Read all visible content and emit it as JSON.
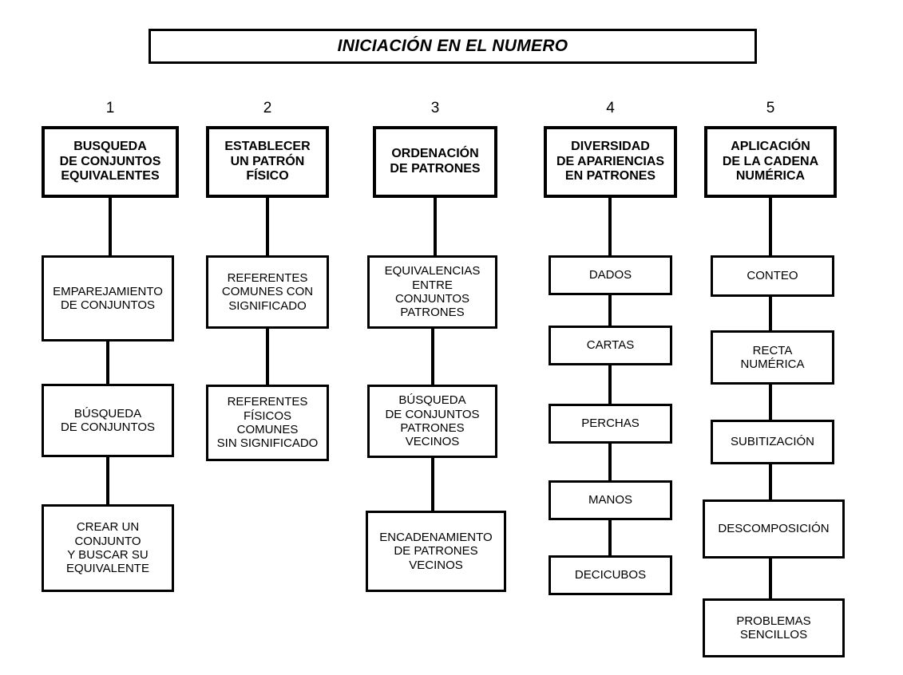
{
  "title": {
    "text": "INICIACIÓN EN EL NUMERO"
  },
  "columns": [
    {
      "number": "1",
      "header": "BUSQUEDA\nDE CONJUNTOS\nEQUIVALENTES",
      "steps": [
        "EMPAREJAMIENTO\nDE CONJUNTOS",
        "BÚSQUEDA\nDE CONJUNTOS",
        "CREAR UN\nCONJUNTO\nY BUSCAR SU\nEQUIVALENTE"
      ]
    },
    {
      "number": "2",
      "header": "ESTABLECER\nUN PATRÓN\nFÍSICO",
      "steps": [
        "REFERENTES\nCOMUNES CON\nSIGNIFICADO",
        "REFERENTES\nFÍSICOS\nCOMUNES\nSIN SIGNIFICADO"
      ]
    },
    {
      "number": "3",
      "header": "ORDENACIÓN\nDE PATRONES",
      "steps": [
        "EQUIVALENCIAS\nENTRE\nCONJUNTOS\nPATRONES",
        "BÚSQUEDA\nDE CONJUNTOS\nPATRONES\nVECINOS",
        "ENCADENAMIENTO\nDE PATRONES\nVECINOS"
      ]
    },
    {
      "number": "4",
      "header": "DIVERSIDAD\nDE APARIENCIAS\nEN PATRONES",
      "steps": [
        "DADOS",
        "CARTAS",
        "PERCHAS",
        "MANOS",
        "DECICUBOS"
      ]
    },
    {
      "number": "5",
      "header": "APLICACIÓN\nDE LA CADENA\nNUMÉRICA",
      "steps": [
        "CONTEO",
        "RECTA\nNUMÉRICA",
        "SUBITIZACIÓN",
        "DESCOMPOSICIÓN",
        "PROBLEMAS\nSENCILLOS"
      ]
    }
  ],
  "colors": {
    "stroke": "#000000",
    "background": "#ffffff",
    "text": "#000000"
  }
}
